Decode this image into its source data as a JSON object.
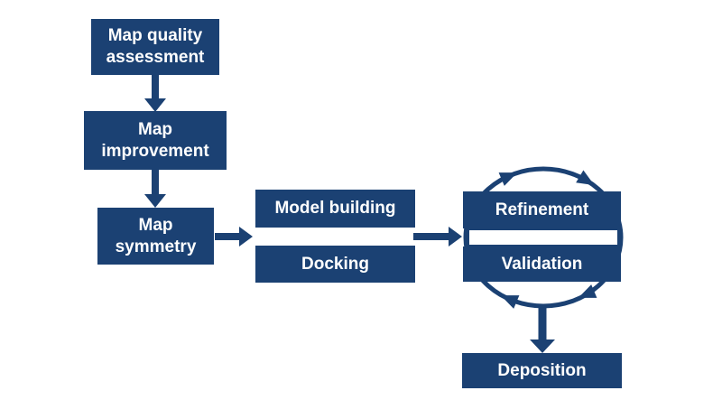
{
  "diagram": {
    "type": "flowchart",
    "colors": {
      "accent": "#1b4173",
      "node_text": "#ffffff",
      "background": "#ffffff"
    },
    "nodes": {
      "map_quality_assessment": "Map quality assessment",
      "map_improvement": "Map improvement",
      "map_symmetry": "Map symmetry",
      "model_building": "Model building",
      "docking": "Docking",
      "refinement": "Refinement",
      "validation": "Validation",
      "deposition": "Deposition"
    },
    "edges": [
      "map_quality_assessment -> map_improvement",
      "map_improvement -> map_symmetry",
      "map_symmetry -> model_building + docking",
      "model_building + docking -> refinement + validation",
      "refinement <-> validation (clockwise cycle)",
      "refinement + validation -> deposition"
    ]
  }
}
